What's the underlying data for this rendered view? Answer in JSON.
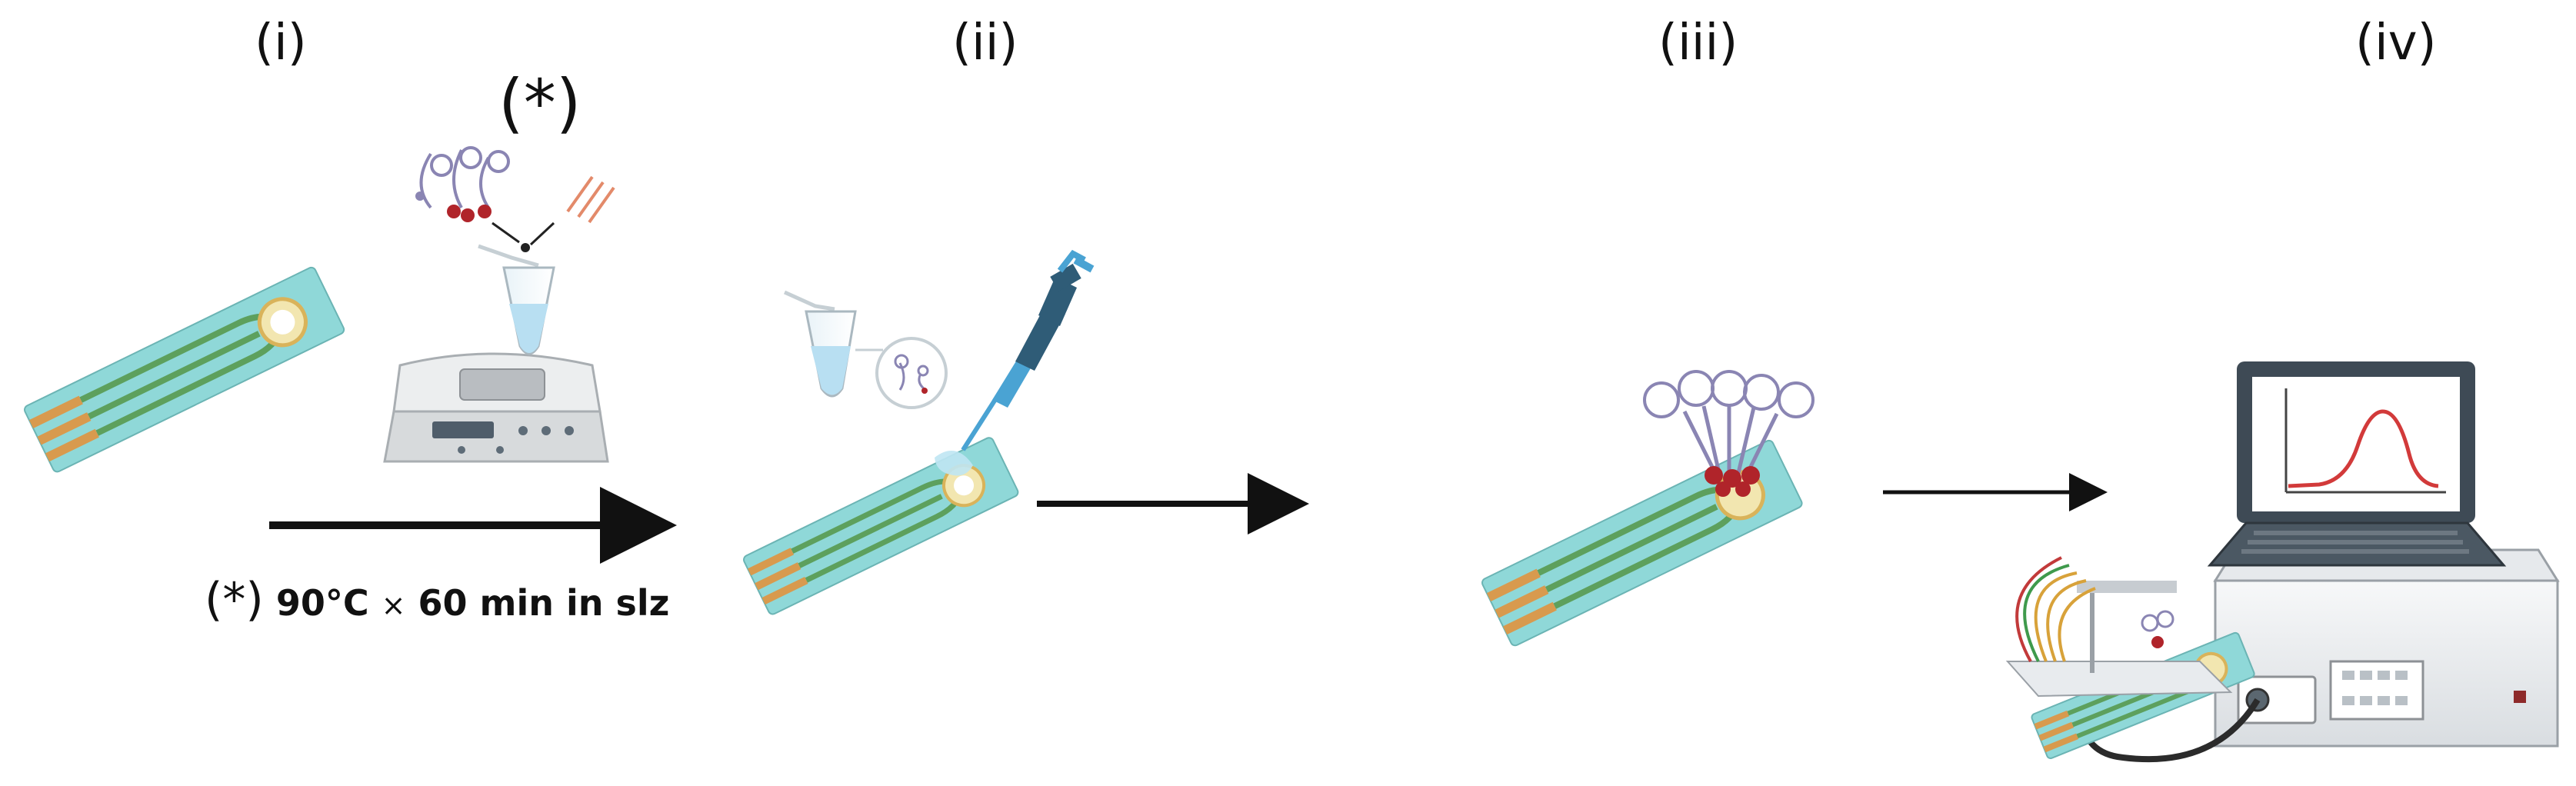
{
  "steps": [
    {
      "label": "(i)"
    },
    {
      "label": "(ii)"
    },
    {
      "label": "(iii)"
    },
    {
      "label": "(iv)"
    }
  ],
  "heating_marker": "(*)",
  "heating_condition": {
    "marker": "(*)",
    "temperature": "90°C",
    "times_symbol": "×",
    "duration_text": "60 min in slz"
  },
  "colors": {
    "electrode_base": "#8fd8d8",
    "electrode_track": "#5da05d",
    "contact_pad": "#d89a4e",
    "working_electrode": "#e8e8c8",
    "pipette_body": "#2f5c77",
    "pipette_tip": "#4aa3d3",
    "tube_liquid": "#b8dff2",
    "probe_loop": "#8a85b3",
    "probe_bead": "#b0242a",
    "trace_red": "#d23a3a",
    "laptop_frame": "#3e4a55",
    "instrument_body": "#eef1f3",
    "arrow": "#111111"
  },
  "icons": [
    "screen-printed-electrode-icon",
    "thermoshaker-icon",
    "microtube-icon",
    "aptamer-probe-icon",
    "pipette-icon",
    "laptop-icon",
    "potentiostat-icon",
    "cable-icon",
    "magnifier-icon"
  ]
}
